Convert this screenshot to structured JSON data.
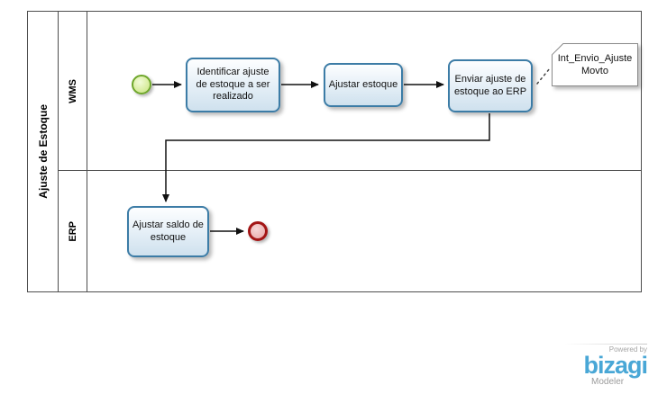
{
  "pool": {
    "label": "Ajuste de Estoque",
    "lanes": [
      {
        "label": "WMS"
      },
      {
        "label": "ERP"
      }
    ]
  },
  "tasks": [
    {
      "label": "Identificar ajuste de estoque a ser realizado"
    },
    {
      "label": "Ajustar estoque"
    },
    {
      "label": "Enviar ajuste de estoque ao ERP"
    },
    {
      "label": "Ajustar saldo de estoque"
    }
  ],
  "artifacts": [
    {
      "label": "Int_Envio_Ajuste Movto"
    }
  ],
  "branding": {
    "powered_by": "Powered by",
    "logo_text": "bizagi",
    "product": "Modeler"
  },
  "colors": {
    "task_border": "#3c7ca6",
    "start_event_border": "#6fa72c",
    "end_event_border": "#a31515",
    "logo_blue": "#49a7d6"
  }
}
